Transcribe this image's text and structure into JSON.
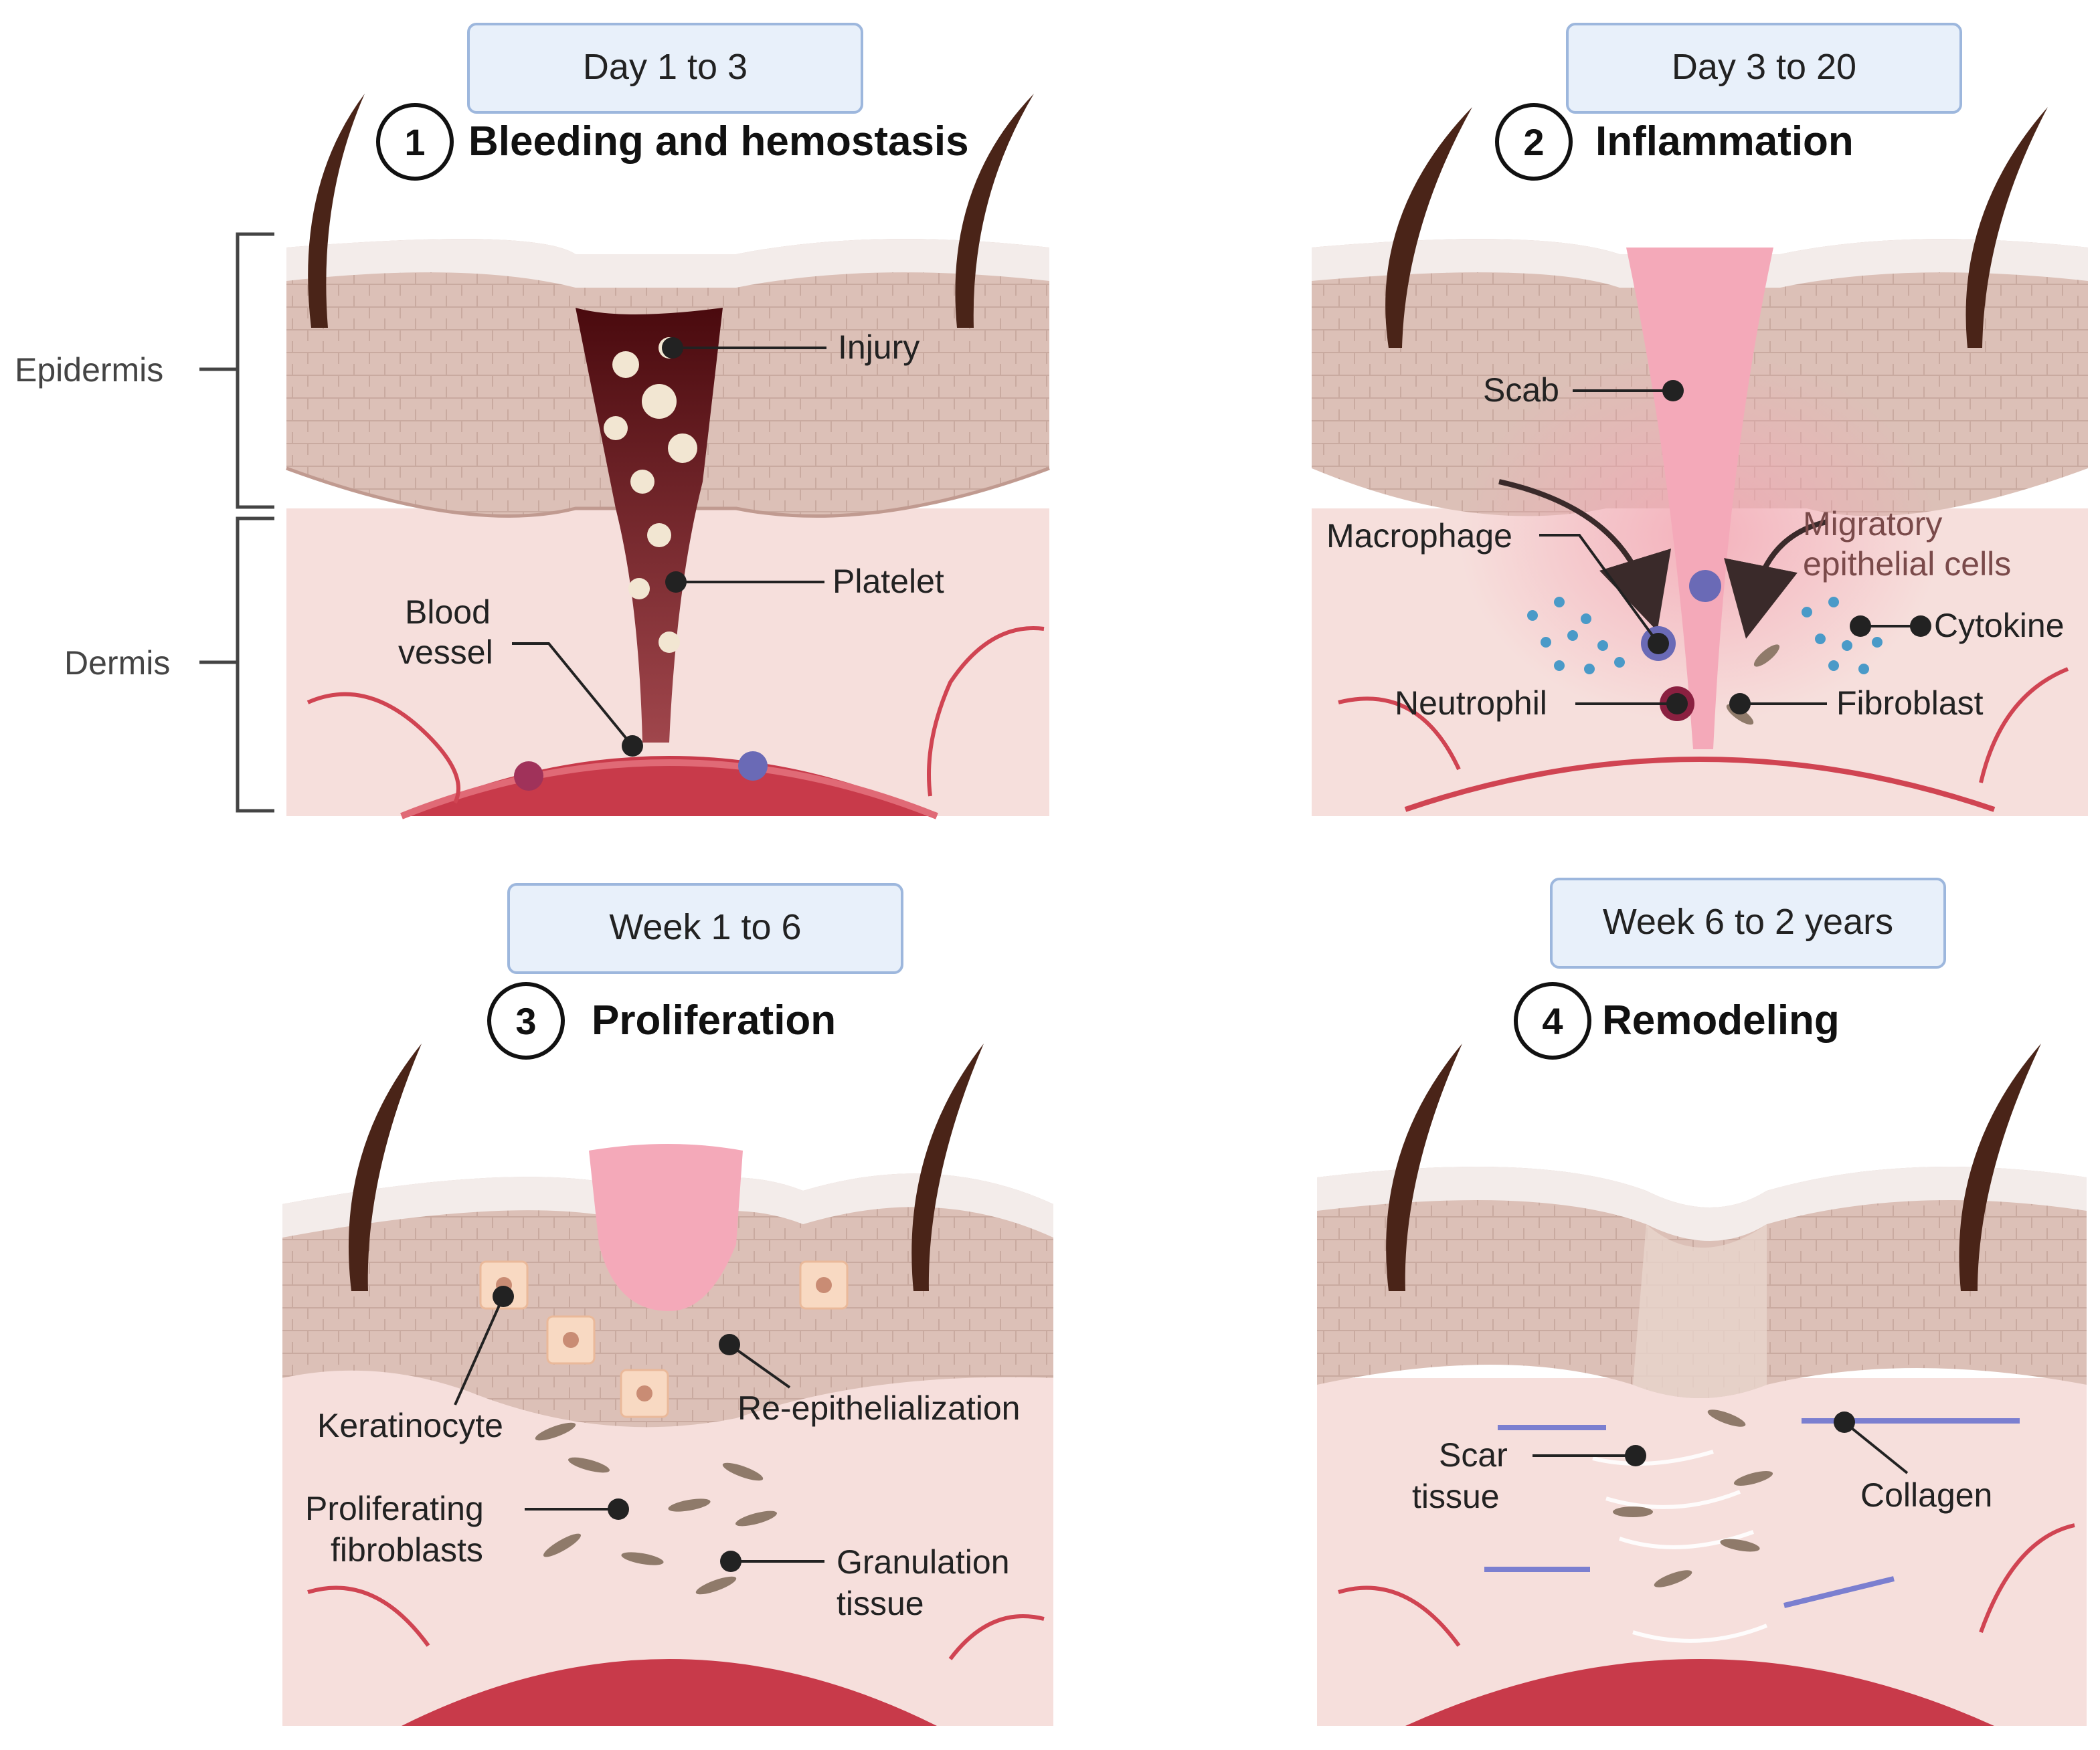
{
  "side_labels": {
    "epidermis": "Epidermis",
    "dermis": "Dermis"
  },
  "panels": [
    {
      "number": "1",
      "time": "Day 1 to 3",
      "title": "Bleeding and hemostasis",
      "labels": {
        "injury": "Injury",
        "platelet": "Platelet",
        "blood_vessel_1": "Blood",
        "blood_vessel_2": "vessel"
      }
    },
    {
      "number": "2",
      "time": "Day 3 to 20",
      "title": "Inflammation",
      "labels": {
        "scab": "Scab",
        "macrophage": "Macrophage",
        "migratory_1": "Migratory",
        "migratory_2": "epithelial cells",
        "cytokine": "Cytokine",
        "neutrophil": "Neutrophil",
        "fibroblast": "Fibroblast"
      }
    },
    {
      "number": "3",
      "time": "Week 1 to 6",
      "title": "Proliferation",
      "labels": {
        "keratinocyte": "Keratinocyte",
        "reepithelialization": "Re-epithelialization",
        "prolif_1": "Proliferating",
        "prolif_2": "fibroblasts",
        "granulation_1": "Granulation",
        "granulation_2": "tissue"
      }
    },
    {
      "number": "4",
      "time": "Week 6 to 2 years",
      "title": "Remodeling",
      "labels": {
        "scar_1": "Scar",
        "scar_2": "tissue",
        "collagen": "Collagen"
      }
    }
  ],
  "colors": {
    "time_box_fill": "#e8f0fa",
    "time_box_stroke": "#9db7dd",
    "stratum_corneum": "#f3ecea",
    "epidermis": "#dcc0b7",
    "dermis": "#f6dfdc",
    "vessel": "#c83a4a",
    "clot": "#5a0e12",
    "scab": "#f4a9b9",
    "hair": "#4a2418"
  },
  "icons": [
    "hair-follicle-icon",
    "platelet-icon",
    "macrophage-icon",
    "neutrophil-icon",
    "fibroblast-icon",
    "cytokine-icon",
    "keratinocyte-icon",
    "collagen-fiber-icon"
  ]
}
